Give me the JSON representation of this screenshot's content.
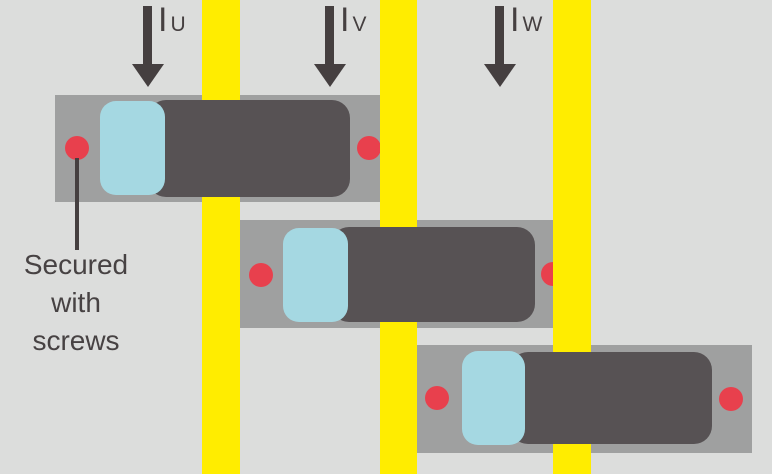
{
  "colors": {
    "bg": "#dcdddc",
    "busbar": "#ffed00",
    "plate": "#9fa0a0",
    "body": "#575254",
    "window": "#a5d8e2",
    "screw": "#e8404d",
    "ink": "#453f40",
    "text": "#474243"
  },
  "arrows": [
    {
      "phase": "U",
      "label_main": "I",
      "label_sub": "U"
    },
    {
      "phase": "V",
      "label_main": "I",
      "label_sub": "V"
    },
    {
      "phase": "W",
      "label_main": "I",
      "label_sub": "W"
    }
  ],
  "annotation": {
    "lines": [
      "Secured",
      "with",
      "screws"
    ]
  }
}
